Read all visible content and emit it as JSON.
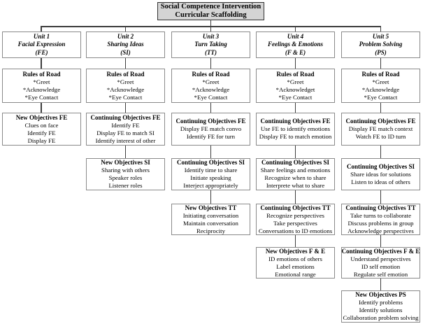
{
  "title": {
    "line1": "Social Competence Intervention",
    "line2": "Curricular Scaffolding"
  },
  "columns": [
    {
      "header": {
        "line1": "Unit 1",
        "line2": "Facial Expression",
        "line3": "(FE)"
      },
      "rules": {
        "heading": "Rules of Road",
        "items": [
          "*Greet",
          "*Acknowledge",
          "*Eye Contact"
        ]
      },
      "fe": {
        "heading": "New Objectives FE",
        "items": [
          "Clues on face",
          "Identify FE",
          "Display FE"
        ]
      }
    },
    {
      "header": {
        "line1": "Unit 2",
        "line2": "Sharing Ideas",
        "line3": "(SI)"
      },
      "rules": {
        "heading": "Rules of Road",
        "items": [
          "*Greet",
          "*Acknowledge",
          "*Eye Contact"
        ]
      },
      "fe": {
        "heading": "Continuing Objectives FE",
        "items": [
          "Identify FE",
          "Display FE to match SI",
          "Identify interest of other"
        ]
      },
      "si": {
        "heading": "New Objectives SI",
        "items": [
          "Sharing with others",
          "Speaker roles",
          "Listener roles"
        ]
      }
    },
    {
      "header": {
        "line1": "Unit 3",
        "line2": "Turn Taking",
        "line3": "(TT)"
      },
      "rules": {
        "heading": "Rules of Road",
        "items": [
          "*Greet",
          "*Acknowledge",
          "*Eye Contact"
        ]
      },
      "fe": {
        "heading": "Continuing Objectives FE",
        "items": [
          "Display FE match convo",
          "Identify FE for turn"
        ]
      },
      "si": {
        "heading": "Continuing Objectives SI",
        "items": [
          "Identify time to share",
          "Initiate speaking",
          "Interject appropriately"
        ]
      },
      "tt": {
        "heading": "New Objectives TT",
        "items": [
          "Initiating conversation",
          "Maintain conversation",
          "Reciprocity"
        ]
      }
    },
    {
      "header": {
        "line1": "Unit 4",
        "line2": "Feelings & Emotions",
        "line3": "(F & E)"
      },
      "rules": {
        "heading": "Rules of Road",
        "items": [
          "*Greet",
          "*Acknowledget",
          "*Eye Contact"
        ]
      },
      "fe": {
        "heading": "Continuing Objectives FE",
        "items": [
          "Use FE to identify emotions",
          "Display FE to match emotion"
        ]
      },
      "si": {
        "heading": "Continuing Objectives SI",
        "items": [
          "Share feelings and emotions",
          "Recognize when to share",
          "Interprete what to share"
        ]
      },
      "tt": {
        "heading": "Continuing Objectives TT",
        "items": [
          "Recognize perspectives",
          "Take perspectives",
          "Conversations to ID emotions"
        ]
      },
      "fande": {
        "heading": "New Objectives F & E",
        "items": [
          "ID emotions of others",
          "Label emotions",
          "Emotional range"
        ]
      }
    },
    {
      "header": {
        "line1": "Unit 5",
        "line2": "Problem Solving",
        "line3": "(PS)"
      },
      "rules": {
        "heading": "Rules of Road",
        "items": [
          "*Greet",
          "*Acknowledge",
          "*Eye Contact"
        ]
      },
      "fe": {
        "heading": "Continuing Objectives FE",
        "items": [
          "Display FE match context",
          "Watch FE to ID turn"
        ]
      },
      "si": {
        "heading": "Continuing Objectives SI",
        "items": [
          "Share ideas for solutions",
          "Listen to ideas of others"
        ]
      },
      "tt": {
        "heading": "Continuing Objectives TT",
        "items": [
          "Take turns to collaborate",
          "Discuss problems in group",
          "Acknowledge perspectives"
        ]
      },
      "fande": {
        "heading": "Continuing Objectives F & E",
        "items": [
          "Understand perspectives",
          "ID self emotion",
          "Regulate self emotion"
        ]
      },
      "ps": {
        "heading": "New Objectives PS",
        "items": [
          "Identify problems",
          "Identify solutions",
          "Collaboration problem solving"
        ]
      }
    }
  ],
  "colors": {
    "title_fill": "#d4d4d4",
    "title_border": "#333333",
    "box_border": "#8a8a8a",
    "connector": "#3d3d3d",
    "text": "#000000"
  }
}
